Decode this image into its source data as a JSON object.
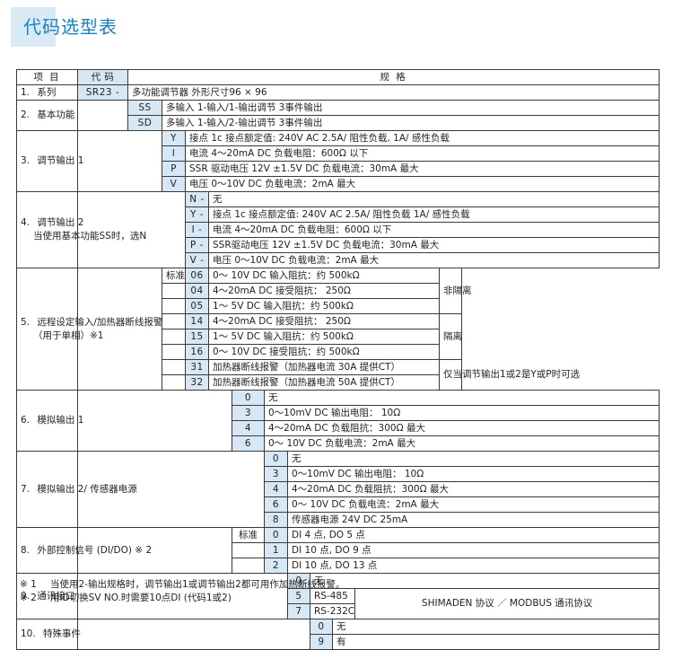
{
  "title": "代码选型表",
  "table": {
    "headers": {
      "item": "项  目",
      "code": "代  码",
      "spec": "规  格"
    },
    "labels": {
      "standard": "标准"
    },
    "sections": [
      {
        "no": "1.",
        "name": "系列",
        "series_code": "SR23 -",
        "spec": "多功能调节器   外形尺寸96 × 96"
      },
      {
        "no": "2.",
        "name": "基本功能",
        "rows": [
          {
            "code": "SS",
            "spec": "多输入 1-输入/1-输出调节  3事件输出"
          },
          {
            "code": "SD",
            "spec": "多输入 1-输入/2-输出调节  3事件输出"
          }
        ]
      },
      {
        "no": "3.",
        "name": "调节输出 1",
        "rows": [
          {
            "code": "Y",
            "spec": "接点   1c 接点额定值: 240V AC   2.5A/ 阻性负载, 1A/ 感性负载"
          },
          {
            "code": "I",
            "spec": "电流   4～20mA DC   负载电阻：600Ω 以下"
          },
          {
            "code": "P",
            "spec": "SSR 驱动电压   12V ±1.5V DC   负载电流：30mA 最大"
          },
          {
            "code": "V",
            "spec": "电压   0～10V DC   负载电流：2mA 最大"
          }
        ]
      },
      {
        "no": "4.",
        "name": "调节输出 2",
        "name2": "当使用基本功能SS时，选N",
        "rows": [
          {
            "code": "N -",
            "spec": "无"
          },
          {
            "code": "Y -",
            "spec": "接点   1c 接点额定值: 240V AC   2.5A/ 阻性负载   1A/ 感性负载"
          },
          {
            "code": "I -",
            "spec": "电流   4～20mA DC   负载电阻：600Ω 以下"
          },
          {
            "code": "P -",
            "spec": "SSR驱动电压   12V ±1.5V DC   负载电流：30mA 最大"
          },
          {
            "code": "V -",
            "spec": "电压   0～10V DC   负载电流：2mA 最大"
          }
        ]
      },
      {
        "no": "5.",
        "name": "远程设定输入/加热器断线报警",
        "name2": "（用于单相）※1",
        "rows": [
          {
            "std": "标准",
            "code": "06",
            "spec": "0～   10V DC    输入阻抗：约 500kΩ"
          },
          {
            "std": "",
            "code": "04",
            "spec": "4～20mA DC    接受阻抗：     250Ω"
          },
          {
            "std": "",
            "code": "05",
            "spec": "1～    5V DC    输入阻抗：约 500kΩ"
          },
          {
            "std": "",
            "code": "14",
            "spec": "4～20mA DC    接受阻抗：     250Ω"
          },
          {
            "std": "",
            "code": "15",
            "spec": "1～    5V DC    输入阻抗：约 500kΩ"
          },
          {
            "std": "",
            "code": "16",
            "spec": "0～   10V DC    接受阻抗：约 500kΩ"
          },
          {
            "std": "",
            "code": "31",
            "spec": "加热器断线报警（加热器电流 30A    提供CT）"
          },
          {
            "std": "",
            "code": "32",
            "spec": "加热器断线报警（加热器电流 50A    提供CT）"
          }
        ],
        "notes": [
          {
            "text": "非隔离",
            "span": 3
          },
          {
            "text": "隔离",
            "span": 3
          },
          {
            "text": "仅当调节输出1或2是Y或P时可选",
            "span": 2
          }
        ]
      },
      {
        "no": "6.",
        "name": "模拟输出 1",
        "rows": [
          {
            "code": "0",
            "spec": "无"
          },
          {
            "code": "3",
            "spec": "0～10mV DC   输出电阻：  10Ω"
          },
          {
            "code": "4",
            "spec": "4～20mA DC   负载阻抗：300Ω 最大"
          },
          {
            "code": "6",
            "spec": "0～   10V DC   负载电流：2mA 最大"
          }
        ]
      },
      {
        "no": "7.",
        "name": "模拟输出 2/ 传感器电源",
        "rows": [
          {
            "code": "0",
            "spec": "无"
          },
          {
            "code": "3",
            "spec": "0～10mV DC   输出电阻：  10Ω"
          },
          {
            "code": "4",
            "spec": "4～20mA DC   负载阻抗：300Ω 最大"
          },
          {
            "code": "6",
            "spec": "0～   10V DC   负载电流：2mA 最大"
          },
          {
            "code": "8",
            "spec": "传感器电源   24V DC   25mA"
          }
        ]
      },
      {
        "no": "8.",
        "name": "外部控制信号 (DI/DO)   ※ 2",
        "rows": [
          {
            "std": "标准",
            "code": "0",
            "spec": "DI    4 点,  DO    5 点"
          },
          {
            "std": "",
            "code": "1",
            "spec": "DI   10 点,  DO    9 点"
          },
          {
            "std": "",
            "code": "2",
            "spec": "DI   10 点,  DO   13 点"
          }
        ]
      },
      {
        "no": "9.",
        "name": "通讯接口",
        "rows": [
          {
            "code": "0",
            "spec": "无"
          },
          {
            "code": "5",
            "spec": "RS-485"
          },
          {
            "code": "7",
            "spec": "RS-232C"
          }
        ],
        "note": "SHIMADEN 协议 ／ MODBUS 通讯协议"
      },
      {
        "no": "10.",
        "name": "特殊事件",
        "rows": [
          {
            "code": "0",
            "spec": "无"
          },
          {
            "code": "9",
            "spec": "有"
          }
        ]
      }
    ]
  },
  "footnotes": [
    {
      "mark": "※ 1",
      "text": "当使用2-输出规格时，调节输出1或调节输出2都可用作加热断线报警。"
    },
    {
      "mark": "※ 2",
      "text": "用ID切换SV NO.时需要10点DI (代码1或2)"
    }
  ],
  "colors": {
    "title": "#1b7fc4",
    "highlight": "#d9eaf5",
    "code_fill": "#d6e8f5",
    "border": "#3a3a3a"
  }
}
